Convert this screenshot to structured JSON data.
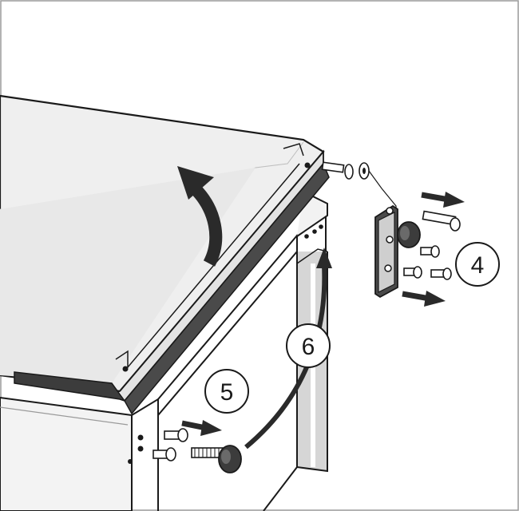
{
  "diagram": {
    "steps": [
      {
        "label": "4"
      },
      {
        "label": "5"
      },
      {
        "label": "6"
      }
    ],
    "colors": {
      "line": "#1a1a1a",
      "surface": "#eeeeee",
      "surface_light": "#f6f6f6",
      "shadow": "#4a4a4a",
      "frame": "#c8c8c8",
      "arrow": "#2a2a2a",
      "background": "#ffffff"
    }
  }
}
